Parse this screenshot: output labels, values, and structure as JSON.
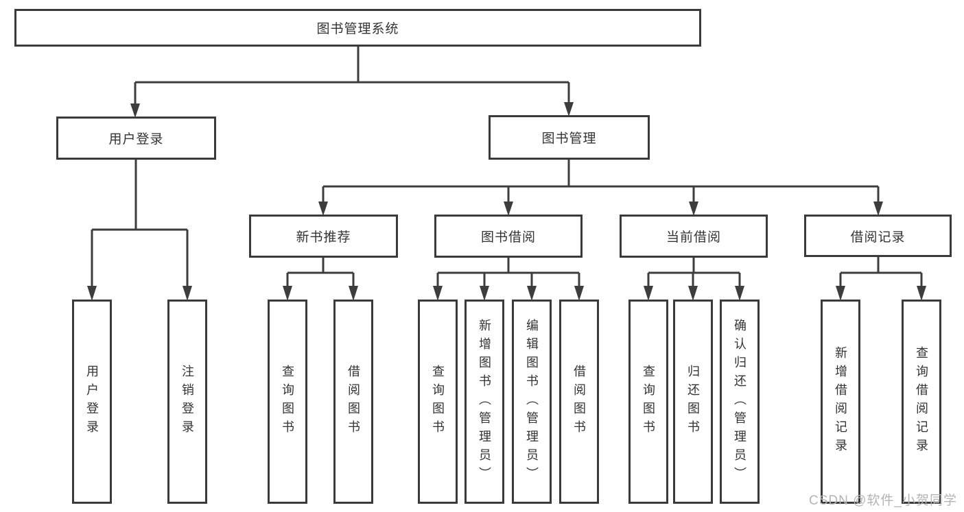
{
  "diagram": {
    "title": "图书管理系统",
    "root": {
      "label": "图书管理系统"
    },
    "level2": [
      {
        "label": "用户登录"
      },
      {
        "label": "图书管理"
      }
    ],
    "level3": [
      {
        "label": "新书推荐"
      },
      {
        "label": "图书借阅"
      },
      {
        "label": "当前借阅"
      },
      {
        "label": "借阅记录"
      }
    ],
    "leaves": {
      "user_login": [
        "用户登录",
        "注销登录"
      ],
      "new_books": [
        "查询图书",
        "借阅图书"
      ],
      "borrow": [
        "查询图书",
        "新增图书（管理员）",
        "编辑图书（管理员）",
        "借阅图书"
      ],
      "current": [
        "查询图书",
        "归还图书",
        "确认归还（管理员）"
      ],
      "records": [
        "新增借阅记录",
        "查询借阅记录"
      ]
    }
  },
  "colors": {
    "line": "#3d3d3d",
    "box_border": "#3a3a3a",
    "text": "#333333",
    "background": "#ffffff",
    "watermark": "#b4b4b4"
  },
  "watermark": {
    "text": "CSDN @软件_小贺同学"
  }
}
